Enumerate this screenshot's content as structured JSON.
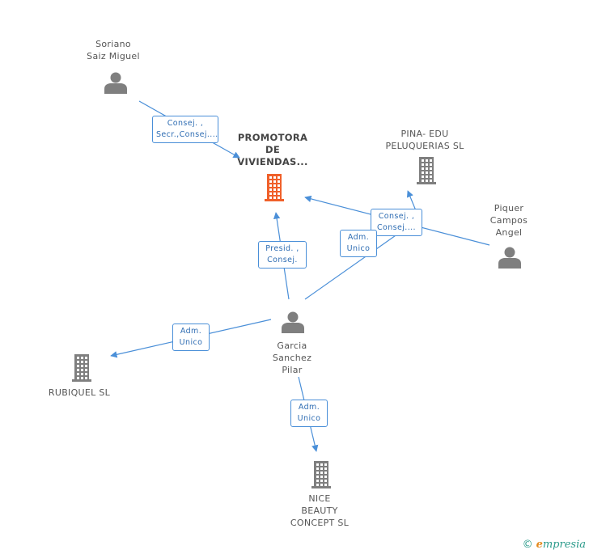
{
  "nodes": {
    "promotora": {
      "label": "PROMOTORA\nDE\nVIVIENDAS...",
      "kind": "company",
      "color": "#f0602a"
    },
    "soriano": {
      "label": "Soriano\nSaiz Miguel",
      "kind": "person",
      "color": "#7f7f7f"
    },
    "pina": {
      "label": "PINA- EDU\nPELUQUERIAS SL",
      "kind": "company",
      "color": "#7f7f7f"
    },
    "piquer": {
      "label": "Piquer\nCampos\nAngel",
      "kind": "person",
      "color": "#7f7f7f"
    },
    "garcia": {
      "label": "Garcia\nSanchez\nPilar",
      "kind": "person",
      "color": "#7f7f7f"
    },
    "rubiquel": {
      "label": "RUBIQUEL SL",
      "kind": "company",
      "color": "#7f7f7f"
    },
    "nice": {
      "label": "NICE\nBEAUTY\nCONCEPT SL",
      "kind": "company",
      "color": "#7f7f7f"
    }
  },
  "edges": [
    {
      "from": "soriano",
      "to": "promotora",
      "label": "Consej. ,\nSecr.,Consej...."
    },
    {
      "from": "piquer",
      "to": "promotora",
      "label": "Consej. ,\nConsej...."
    },
    {
      "from": "piquer",
      "to": "pina",
      "label": ""
    },
    {
      "from": "garcia",
      "to": "promotora",
      "label": "Presid. ,\nConsej."
    },
    {
      "from": "garcia",
      "to": "pina",
      "label": "Adm.\nUnico"
    },
    {
      "from": "garcia",
      "to": "rubiquel",
      "label": "Adm.\nUnico"
    },
    {
      "from": "garcia",
      "to": "nice",
      "label": "Adm.\nUnico"
    }
  ],
  "colors": {
    "edge": "#4a8fd8",
    "label_text": "#2f6db3"
  },
  "footer": {
    "copyright": "©",
    "brand_initial": "e",
    "brand_rest": "mpresia"
  }
}
